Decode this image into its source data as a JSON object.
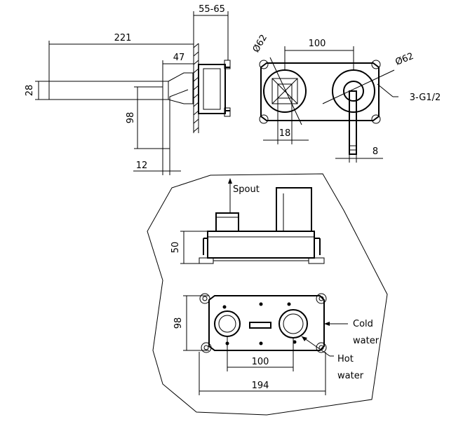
{
  "dimensions": {
    "spout_length": "221",
    "wall_depth": "55-65",
    "handle_offset": "47",
    "spout_height": "28",
    "handle_drop": "98",
    "handle_width": "12",
    "cover_diameter_left": "Ø62",
    "cover_diameter_right": "Ø62",
    "center_distance_top": "100",
    "thread": "3-G1/2",
    "inner_square": "18",
    "lever_width": "8",
    "box_depth": "50",
    "box_height": "98",
    "center_distance_bottom": "100",
    "box_width": "194"
  },
  "labels": {
    "spout": "Spout",
    "cold_water": [
      "Cold",
      "water"
    ],
    "hot_water": [
      "Hot",
      "water"
    ]
  }
}
